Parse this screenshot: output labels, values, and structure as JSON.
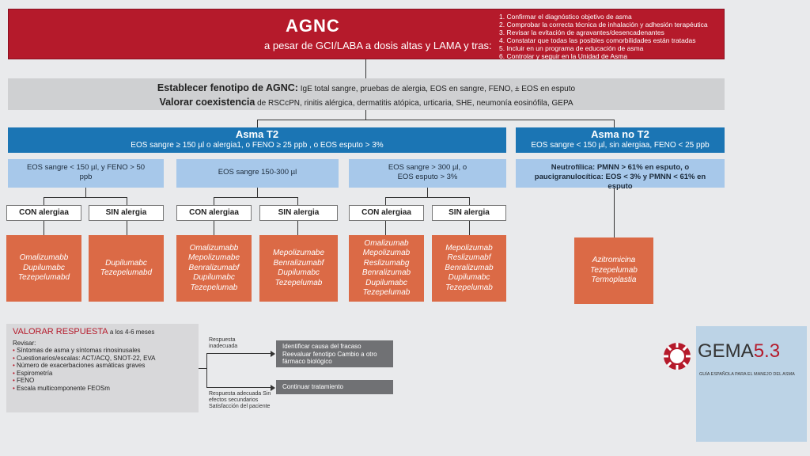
{
  "header": {
    "title": "AGNC",
    "subtitle": "a pesar de GCI/LABA a dosis altas y LAMA y tras:",
    "steps": [
      "1. Confirmar el diagnóstico objetivo de asma",
      "2. Comprobar la correcta técnica de inhalación y adhesión terapéutica",
      "3. Revisar la evitación de agravantes/desencadenantes",
      "4. Constatar que todas las posibles comorbilidades están tratadas",
      "5. Incluir en un programa de educación de asma",
      "6. Controlar y seguir en la Unidad de Asma"
    ]
  },
  "phenotype": {
    "line1_bold": "Establecer fenotipo de AGNC:",
    "line1_text": "IgE total sangre, pruebas de alergia, EOS en sangre, FENO, ± EOS en esputo",
    "line2_bold": "Valorar coexistencia",
    "line2_text": "de RSCcPN, rinitis alérgica, dermatitis atópica, urticaria, SHE, neumonía eosinófila, GEPA"
  },
  "t2": {
    "title": "Asma T2",
    "criteria": "EOS sangre ≥ 150 µl o alergia1, o FENO ≥ 25 ppb , o  EOS esputo > 3%",
    "groups": [
      {
        "label": "EOS sangre < 150 µl, y FENO > 50 ppb",
        "con": "CON alergiaa",
        "sin": "SIN alergia",
        "con_drugs": "Omalizumabb Dupilumabc Tezepelumabd",
        "sin_drugs": "Dupilumabc Tezepelumabd"
      },
      {
        "label": "EOS sangre 150-300 µl",
        "con": "CON alergiaa",
        "sin": "SIN alergia",
        "con_drugs": "Omalizumabb Mepolizumabe Benralizumabf Dupilumabc Tezepelumab",
        "sin_drugs": "Mepolizumabe Benralizumabf Dupilumabc Tezepelumab"
      },
      {
        "label": "EOS sangre > 300 µl, o EOS esputo > 3%",
        "con": "CON alergiaa",
        "sin": "SIN alergia",
        "con_drugs": "Omalizumab Mepolizumab Reslizumabg Benralizumab Dupilumabc Tezepelumab",
        "sin_drugs": "Mepolizumab Reslizumabf Benralizumab Dupilumabc Tezepelumab"
      }
    ]
  },
  "not2": {
    "title": "Asma no T2",
    "criteria": "EOS sangre < 150 µl, sin alergiaa, FENO < 25 ppb",
    "detail": "Neutrofílica: PMNN > 61% en esputo, o paucigranulocítica: EOS < 3% y PMNN < 61% en esputo",
    "drugs": "Azitromicina Tezepelumab Termoplastia"
  },
  "response": {
    "title": "VALORAR RESPUESTA",
    "title_suffix": "a los 4-6 meses",
    "revisar": "Revisar:",
    "items": [
      "Síntomas de asma y síntomas rinosinusales",
      "Cuestionarios/escalas: ACT/ACQ, SNOT-22, EVA",
      "Número de exacerbaciones asmáticas graves",
      "Espirometría",
      "FENO",
      "Escala multicomponente FEOSm"
    ],
    "bad_label": "Respuesta inadecuada",
    "good_label": "Respuesta adecuada Sin efectos secundarios Satisfacción del paciente",
    "bad_actions": "Identificar causa del fracaso Reevaluar fenotipo Cambio a otro fármaco biológico",
    "good_action": "Continuar tratamiento"
  },
  "logo": {
    "name": "GEMA",
    "version": "5.3",
    "tagline": "GUÍA ESPAÑOLA PARA EL MANEJO DEL ASMA"
  }
}
